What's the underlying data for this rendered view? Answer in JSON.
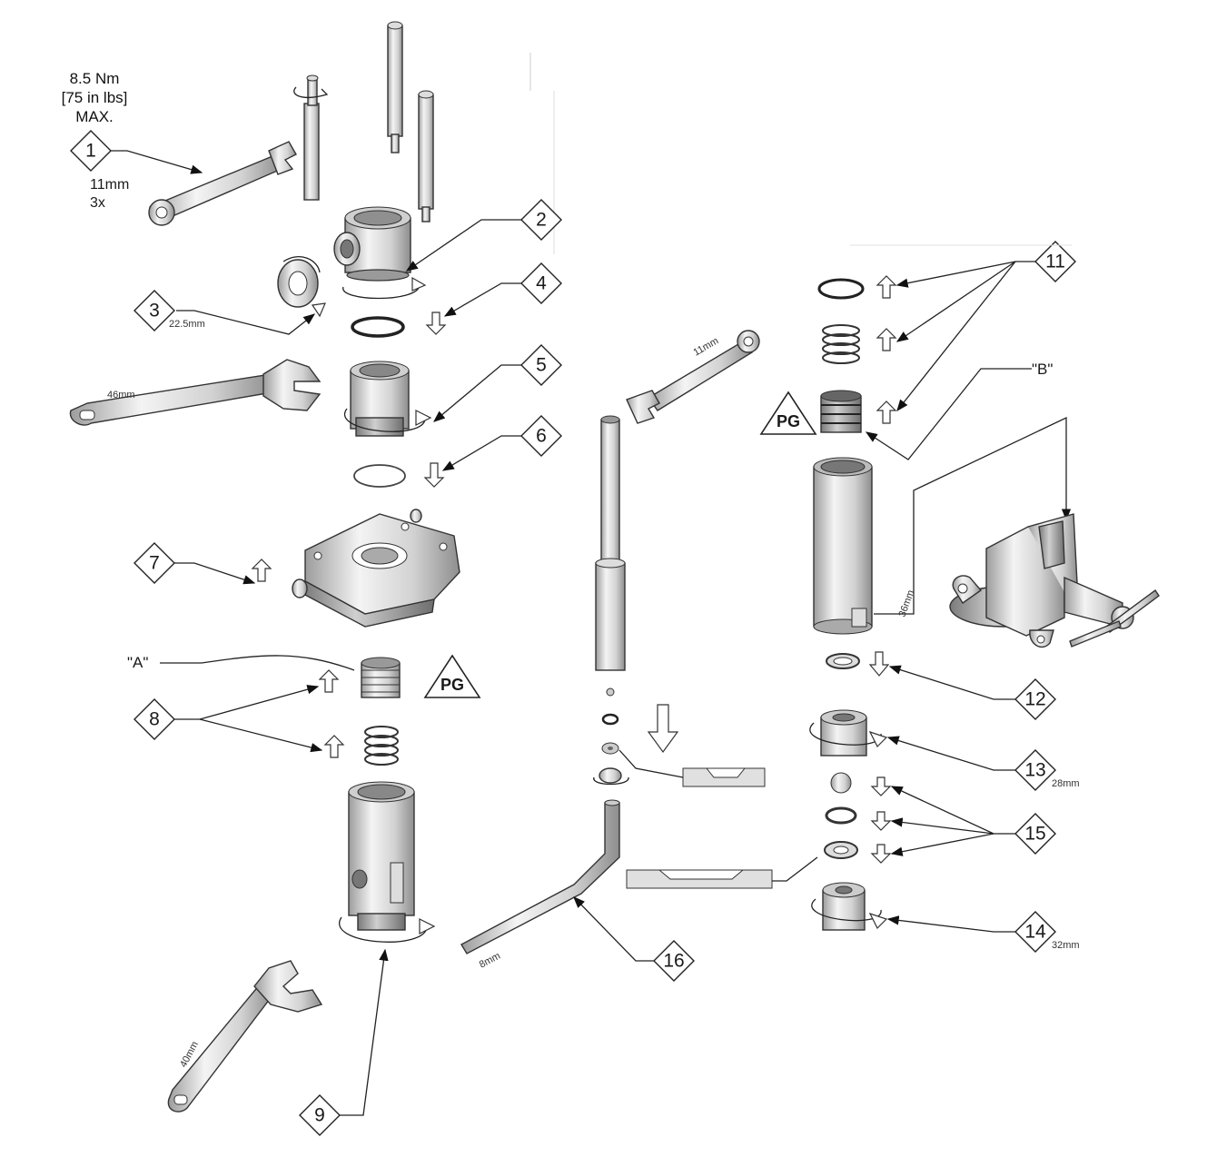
{
  "torque_note": {
    "line1": "8.5 Nm",
    "line2": "[75 in lbs]",
    "line3": "MAX."
  },
  "callouts": [
    "1",
    "2",
    "3",
    "4",
    "5",
    "6",
    "7",
    "8",
    "9",
    "11",
    "12",
    "13",
    "14",
    "15",
    "16"
  ],
  "tool_labels": {
    "wrench_11mm_spec": "11mm",
    "wrench_11mm_qty": "3x",
    "wrench_11mm_body": "11mm",
    "size_22_5": "22.5mm",
    "wrench_46": "46mm",
    "wrench_40": "40mm",
    "hex_8": "8mm",
    "size_36": "36mm",
    "size_28": "28mm",
    "size_32": "32mm"
  },
  "markers": {
    "a": "\"A\"",
    "b": "\"B\"",
    "pg_left": "PG",
    "pg_right": "PG"
  },
  "colors": {
    "ink": "#1a1a1a",
    "metal_light": "#f2f2f2",
    "metal_dark": "#a8a8a8"
  }
}
